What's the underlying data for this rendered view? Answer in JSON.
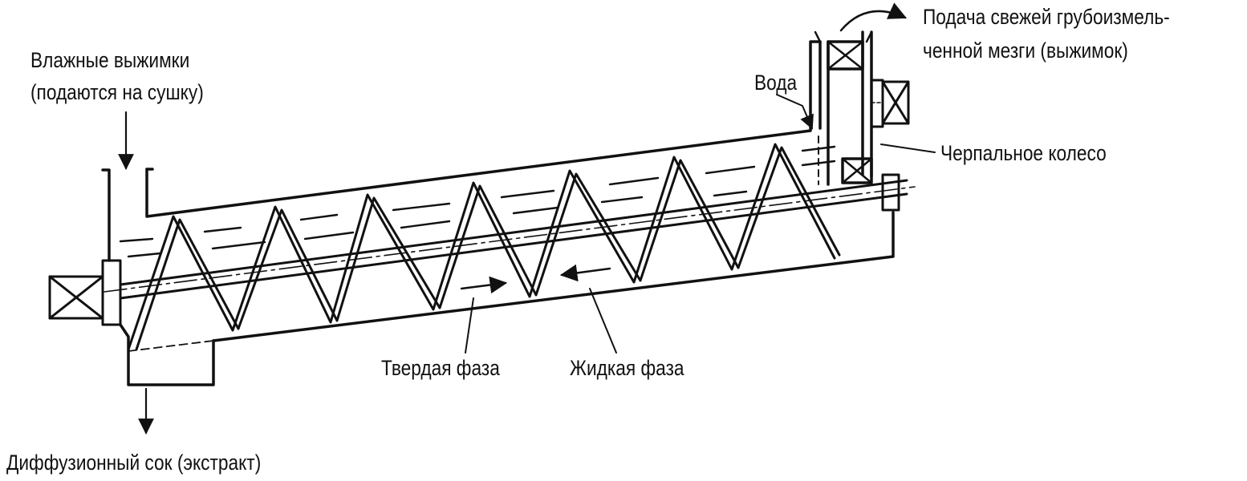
{
  "colors": {
    "ink": "#111111",
    "background": "#ffffff"
  },
  "labels": {
    "wet_pomace_line1": "Влажные выжимки",
    "wet_pomace_line2": "(подаются на сушку)",
    "fresh_feed_line1": "Подача свежей грубоизмель-",
    "fresh_feed_line2": "ченной мезги (выжимок)",
    "water": "Вода",
    "scoop_wheel": "Черпальное колесо",
    "solid_phase": "Твердая фаза",
    "liquid_phase": "Жидкая фаза",
    "diffusion_juice": "Диффузионный сок (экстракт)"
  }
}
